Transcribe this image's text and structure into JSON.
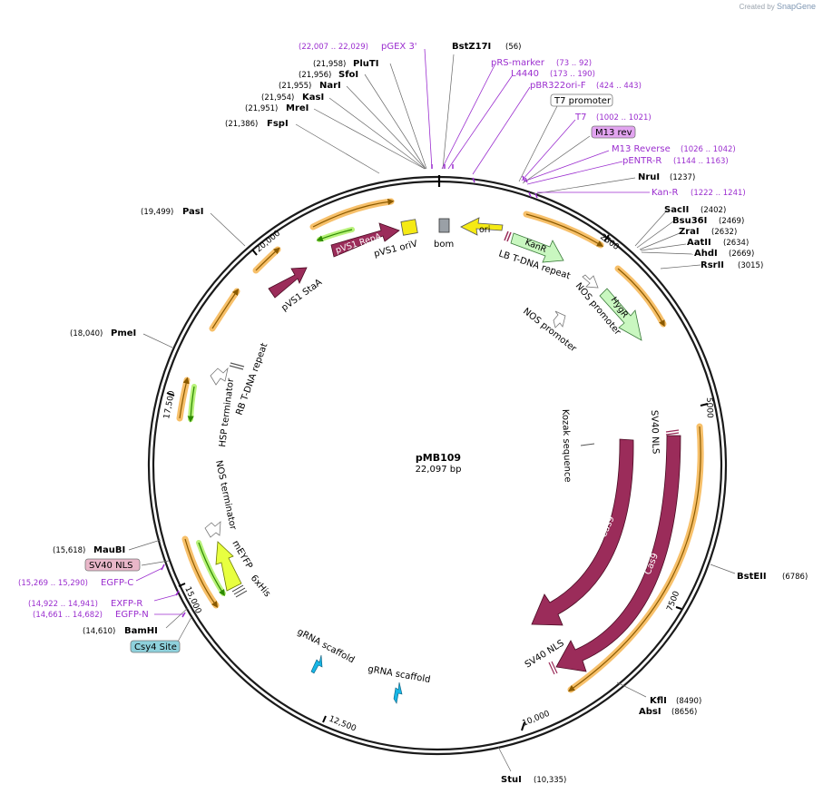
{
  "credit": {
    "prefix": "Created by",
    "brand": "SnapGene"
  },
  "plasmid": {
    "name": "pMB109",
    "length": "22,097 bp"
  },
  "ticks": [
    "2500",
    "5000",
    "7500",
    "10,000",
    "12,500",
    "15,000",
    "17,500",
    "20,000"
  ],
  "features": [
    {
      "label": "pVS1 RepA",
      "color": "#9b2c5a",
      "kind": "arrow"
    },
    {
      "label": "pVS1 StaA",
      "color": "#9b2c5a",
      "kind": "arrow"
    },
    {
      "label": "pVS1 oriV",
      "color": "#f5ea14",
      "kind": "box"
    },
    {
      "label": "bom",
      "color": "#9aa0a6",
      "kind": "box"
    },
    {
      "label": "ori",
      "color": "#f5ea14",
      "kind": "arrow"
    },
    {
      "label": "KanR",
      "color": "#c9f7c0",
      "kind": "arrow"
    },
    {
      "label": "LB T-DNA repeat",
      "kind": "marker"
    },
    {
      "label": "NOS promoter",
      "kind": "arrow"
    },
    {
      "label": "HygR",
      "color": "#c9f7c0",
      "kind": "arrow"
    },
    {
      "label": "NOS promoter",
      "kind": "arrow"
    },
    {
      "label": "Kozak sequence",
      "kind": "marker"
    },
    {
      "label": "SV40 NLS",
      "kind": "marker"
    },
    {
      "label": "Cas9",
      "color": "#9b2c5a",
      "kind": "arrow"
    },
    {
      "label": "Cas9",
      "color": "#9b2c5a",
      "kind": "arrow"
    },
    {
      "label": "SV40 NLS",
      "kind": "marker"
    },
    {
      "label": "gRNA scaffold",
      "color": "#17b6e6",
      "kind": "arrow"
    },
    {
      "label": "gRNA scaffold",
      "color": "#17b6e6",
      "kind": "arrow"
    },
    {
      "label": "6xHis",
      "kind": "marker"
    },
    {
      "label": "mEYFP",
      "color": "#e8ff40",
      "kind": "arrow"
    },
    {
      "label": "NOS terminator",
      "kind": "arrow"
    },
    {
      "label": "HSP terminator",
      "kind": "arrow"
    },
    {
      "label": "RB T-DNA repeat",
      "kind": "marker"
    }
  ],
  "sites": [
    {
      "name": "BstZ17I",
      "pos": "(56)"
    },
    {
      "name": "PluTI",
      "pos": "(21,958)"
    },
    {
      "name": "SfoI",
      "pos": "(21,956)"
    },
    {
      "name": "NarI",
      "pos": "(21,955)"
    },
    {
      "name": "KasI",
      "pos": "(21,954)"
    },
    {
      "name": "MreI",
      "pos": "(21,951)"
    },
    {
      "name": "FspI",
      "pos": "(21,386)"
    },
    {
      "name": "PasI",
      "pos": "(19,499)"
    },
    {
      "name": "PmeI",
      "pos": "(18,040)"
    },
    {
      "name": "MauBI",
      "pos": "(15,618)"
    },
    {
      "name": "BamHI",
      "pos": "(14,610)"
    },
    {
      "name": "StuI",
      "pos": "(10,335)"
    },
    {
      "name": "KflI",
      "pos": "(8490)"
    },
    {
      "name": "AbsI",
      "pos": "(8656)"
    },
    {
      "name": "BstEII",
      "pos": "(6786)"
    },
    {
      "name": "NruI",
      "pos": "(1237)"
    },
    {
      "name": "SacII",
      "pos": "(2402)"
    },
    {
      "name": "Bsu36I",
      "pos": "(2469)"
    },
    {
      "name": "ZraI",
      "pos": "(2632)"
    },
    {
      "name": "AatII",
      "pos": "(2634)"
    },
    {
      "name": "AhdI",
      "pos": "(2669)"
    },
    {
      "name": "RsrII",
      "pos": "(3015)"
    }
  ],
  "primers": [
    {
      "name": "pGEX 3'",
      "pos": "(22,007 .. 22,029)"
    },
    {
      "name": "pRS-marker",
      "pos": "(73 .. 92)"
    },
    {
      "name": "L4440",
      "pos": "(173 .. 190)"
    },
    {
      "name": "pBR322ori-F",
      "pos": "(424 .. 443)"
    },
    {
      "name": "T7",
      "pos": "(1002 .. 1021)"
    },
    {
      "name": "M13 Reverse",
      "pos": "(1026 .. 1042)"
    },
    {
      "name": "pENTR-R",
      "pos": "(1144 .. 1163)"
    },
    {
      "name": "Kan-R",
      "pos": "(1222 .. 1241)"
    },
    {
      "name": "EGFP-C",
      "pos": "(15,269 .. 15,290)"
    },
    {
      "name": "EXFP-R",
      "pos": "(14,922 .. 14,941)"
    },
    {
      "name": "EGFP-N",
      "pos": "(14,661 .. 14,682)"
    }
  ],
  "boxed": [
    {
      "name": "T7 promoter",
      "fill": "#ffffff"
    },
    {
      "name": "M13 rev",
      "fill": "#e2a4f0"
    },
    {
      "name": "SV40 NLS",
      "fill": "#e9b7c9"
    },
    {
      "name": "Csy4 Site",
      "fill": "#8ed1dc"
    }
  ]
}
